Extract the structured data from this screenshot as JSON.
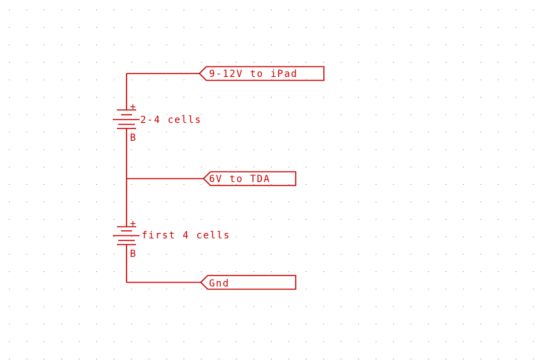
{
  "colors": {
    "wire": "#cc0000",
    "grid": "#7a7a7a",
    "background": "#ffffff"
  },
  "batteries": [
    {
      "label": "2-4 cells",
      "plus": "+",
      "ref": "B"
    },
    {
      "label": "first 4 cells",
      "plus": "+",
      "ref": "B"
    }
  ],
  "ports": [
    {
      "label": "9-12V to iPad"
    },
    {
      "label": "6V to TDA"
    },
    {
      "label": "Gnd"
    }
  ]
}
